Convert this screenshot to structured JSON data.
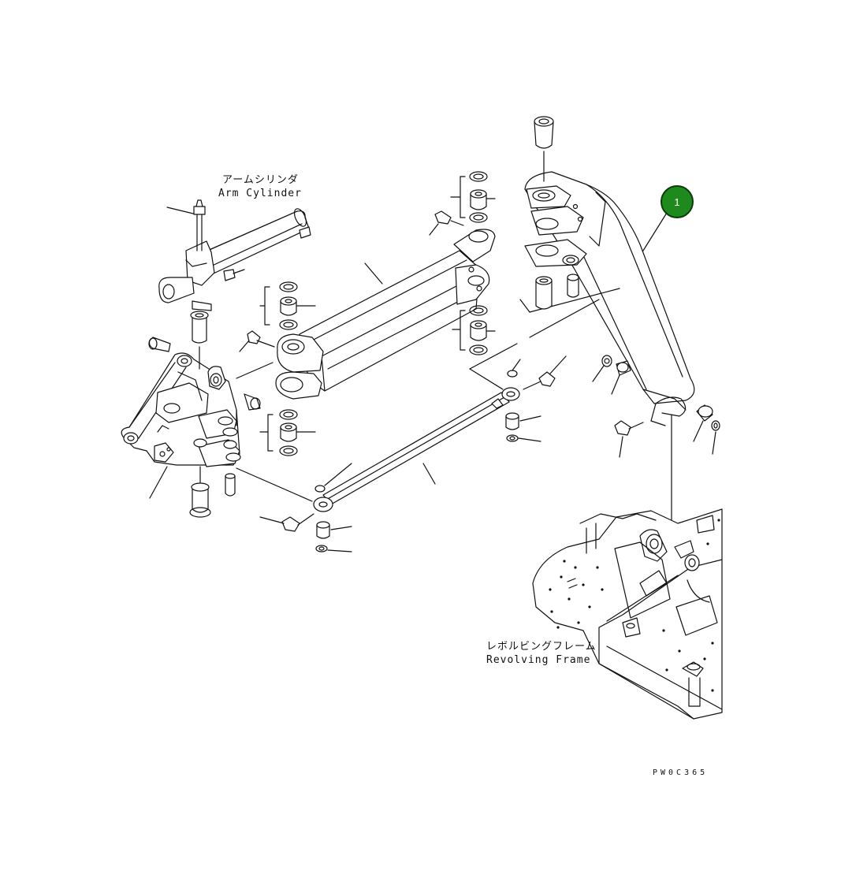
{
  "labels": {
    "arm_cylinder_jp": "アームシリンダ",
    "arm_cylinder_en": "Arm Cylinder",
    "revolving_frame_jp": "レボルビングフレーム",
    "revolving_frame_en": "Revolving Frame",
    "drawing_code": "PW0C365"
  },
  "callout": {
    "number": "1",
    "color": "#1e8a1e"
  }
}
